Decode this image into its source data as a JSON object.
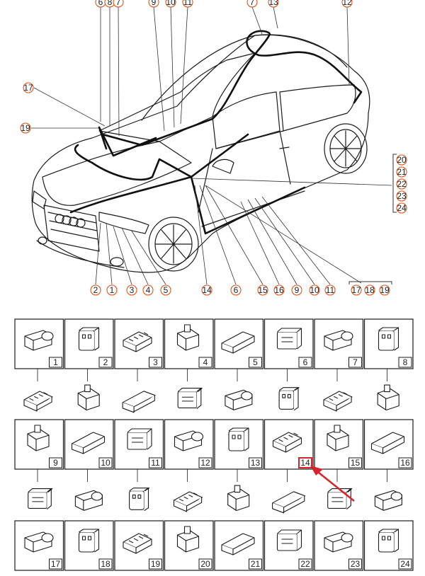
{
  "colors": {
    "callout": "#e2541c",
    "arrow": "#d9232a",
    "line": "#1b1b1b",
    "highlight": "#d9232a"
  },
  "top_callouts": [
    "6",
    "8",
    "7",
    "9",
    "10",
    "11",
    "7",
    "13",
    "12"
  ],
  "left_callouts": [
    "17",
    "19"
  ],
  "right_group": [
    "20",
    "21",
    "22",
    "23",
    "24"
  ],
  "bottom_callouts": [
    "2",
    "1",
    "3",
    "4",
    "5",
    "14",
    "6",
    "15",
    "16",
    "9",
    "10",
    "11"
  ],
  "bottom_group": [
    "17",
    "18",
    "19"
  ],
  "grid_rows": [
    [
      "1",
      "2",
      "3",
      "4",
      "5",
      "6",
      "7",
      "8"
    ],
    [
      "9",
      "10",
      "11",
      "12",
      "13",
      "14",
      "15",
      "16"
    ],
    [
      "17",
      "18",
      "19",
      "20",
      "21",
      "22",
      "23",
      "24"
    ]
  ],
  "highlighted_item": "14"
}
